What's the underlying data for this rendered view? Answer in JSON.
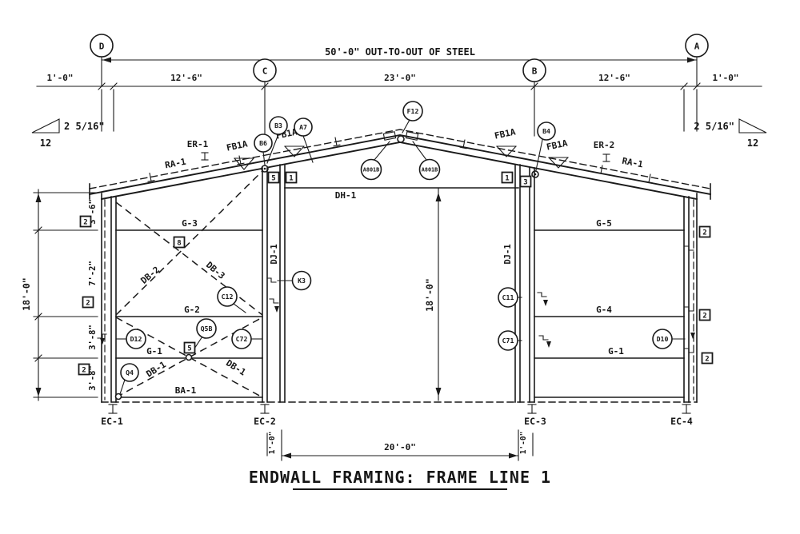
{
  "colors": {
    "ink": "#1a1a1a",
    "background": "#ffffff"
  },
  "page": {
    "title": "ENDWALL FRAMING: FRAME LINE 1"
  },
  "grid": {
    "d": "D",
    "c": "C",
    "b": "B",
    "a": "A"
  },
  "dims": {
    "out_to_out": "50'-0\" OUT-TO-OUT OF STEEL",
    "overhang_left": "1'-0\"",
    "bay_dc": "12'-6\"",
    "bay_cb": "23'-0\"",
    "bay_ba": "12'-6\"",
    "overhang_right": "1'-0\"",
    "slope_rise_left": "2 5/16\"",
    "slope_run_left": "12",
    "slope_rise_right": "2 5/16\"",
    "slope_run_right": "12",
    "wall_height": "18'-0\"",
    "seg_1": "3'-6\"",
    "seg_2": "7'-2\"",
    "seg_3": "3'-8\"",
    "seg_4": "3'-8\"",
    "door_width": "20'-0\"",
    "door_height": "18'-0\"",
    "jamb_left": "1'-0\"",
    "jamb_right": "1'-0\""
  },
  "members": {
    "er1": "ER-1",
    "er2": "ER-2",
    "ra1_left": "RA-1",
    "ra1_right": "RA-1",
    "fb1a_1": "FB1A",
    "fb1a_2": "FB1A",
    "fb1a_3": "FB1A",
    "fb1a_4": "FB1A",
    "dh1": "DH-1",
    "dj1_left": "DJ-1",
    "dj1_right": "DJ-1",
    "g3": "G-3",
    "g2": "G-2",
    "g1_left": "G-1",
    "ba1": "BA-1",
    "g5": "G-5",
    "g4": "G-4",
    "g1_right": "G-1",
    "db2": "DB-2",
    "db3": "DB-3",
    "db1_left": "DB-1",
    "db1_right": "DB-1",
    "ec1": "EC-1",
    "ec2": "EC-2",
    "ec3": "EC-3",
    "ec4": "EC-4"
  },
  "circles": {
    "b3": "B3",
    "a7": "A7",
    "b6": "B6",
    "f12": "F12",
    "b4": "B4",
    "a801b_left": "A801B",
    "a801b_right": "A801B",
    "k3": "K3",
    "c11": "C11",
    "c71": "C71",
    "d10": "D10",
    "c12": "C12",
    "d12": "D12",
    "q5b": "Q5B",
    "c72": "C72",
    "q4": "Q4"
  },
  "boxes": {
    "c_left": "5",
    "c_right": "1",
    "b_left": "1",
    "b_right": "3",
    "brace_upper": "8",
    "brace_lower": "5",
    "left_top": "2",
    "left_mid": "2",
    "left_bot": "2",
    "right_top": "2",
    "right_mid": "2",
    "right_bot": "2"
  }
}
